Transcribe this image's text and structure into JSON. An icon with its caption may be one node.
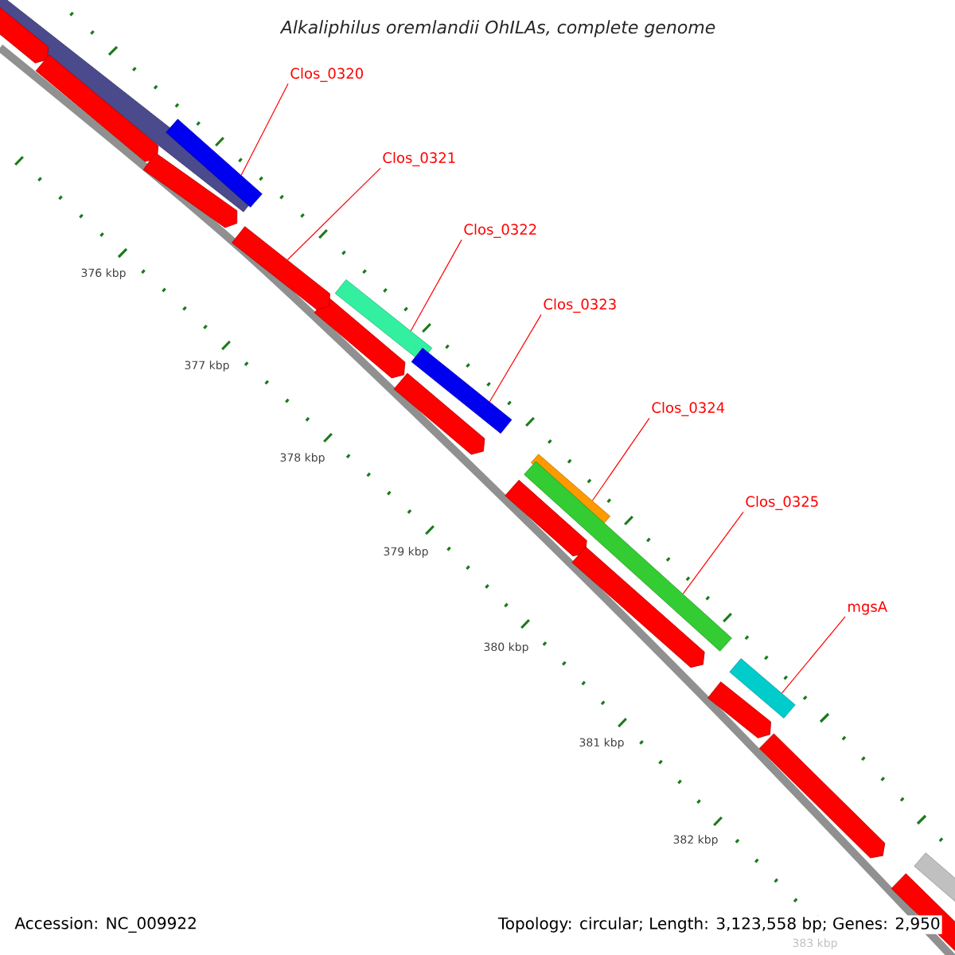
{
  "diagram": {
    "title": "Alkaliphilus oremlandii OhILAs, complete genome",
    "nodes": [
      {
        "text": [
          "Clos_0320"
        ]
      },
      {
        "text": [
          "Clos_0321"
        ]
      },
      {
        "text": [
          "Clos_0322"
        ]
      },
      {
        "text": [
          "Clos_0323"
        ]
      },
      {
        "text": [
          "Clos_0324"
        ]
      },
      {
        "text": [
          "Clos_0325"
        ]
      },
      {
        "text": [
          "mgsA"
        ]
      },
      {
        "text": [],
        "shape": "bar"
      },
      {
        "text": [],
        "shape": "arrow"
      },
      {
        "text": [],
        "shape": "bar"
      },
      {
        "text": [],
        "shape": "bar"
      },
      {
        "text": [],
        "shape": "bar"
      },
      {
        "text": [],
        "shape": "bar"
      },
      {
        "text": [],
        "shape": "bar"
      }
    ],
    "edges": [
      {
        "from": 0,
        "to": 7,
        "arrow": "none"
      },
      {
        "from": 1,
        "to": 8,
        "arrow": "none"
      },
      {
        "from": 2,
        "to": 9,
        "arrow": "none"
      },
      {
        "from": 3,
        "to": 10,
        "arrow": "none"
      },
      {
        "from": 4,
        "to": 11,
        "arrow": "none"
      },
      {
        "from": 5,
        "to": 12,
        "arrow": "none"
      },
      {
        "from": 6,
        "to": 13,
        "arrow": "none"
      }
    ],
    "labels": [
      "376 kbp",
      "377 kbp",
      "378 kbp",
      "379 kbp",
      "380 kbp",
      "381 kbp",
      "382 kbp",
      "383 kbp",
      "Accession: NC_009922",
      "Topology: circular; Length: 3,123,558 bp; Genes: 2,950"
    ]
  }
}
